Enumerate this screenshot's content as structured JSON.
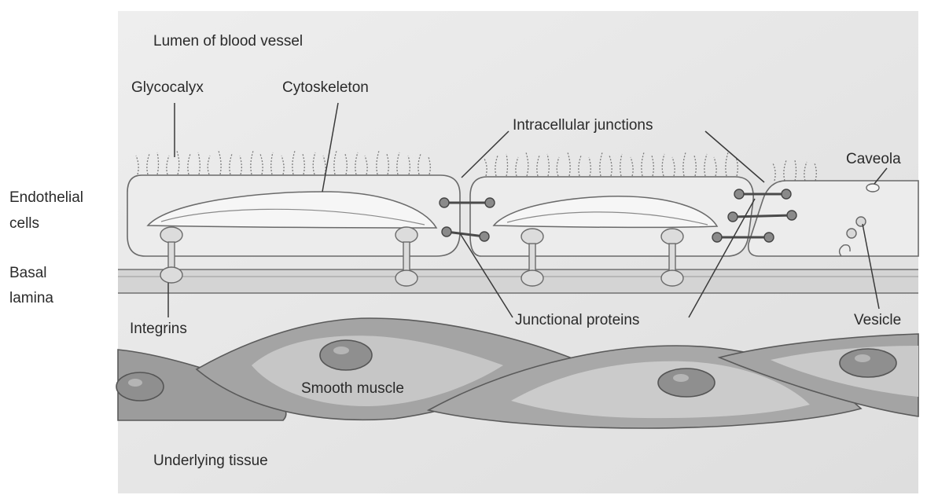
{
  "labels": {
    "lumen": "Lumen of blood vessel",
    "glycocalyx": "Glycocalyx",
    "cytoskeleton": "Cytoskeleton",
    "intracellular_junctions": "Intracellular junctions",
    "caveola": "Caveola",
    "endothelial_line1": "Endothelial",
    "endothelial_line2": "cells",
    "basal_line1": "Basal",
    "basal_line2": "lamina",
    "integrins": "Integrins",
    "junctional_proteins": "Junctional proteins",
    "vesicle": "Vesicle",
    "smooth_muscle": "Smooth muscle",
    "underlying_tissue": "Underlying tissue"
  }
}
